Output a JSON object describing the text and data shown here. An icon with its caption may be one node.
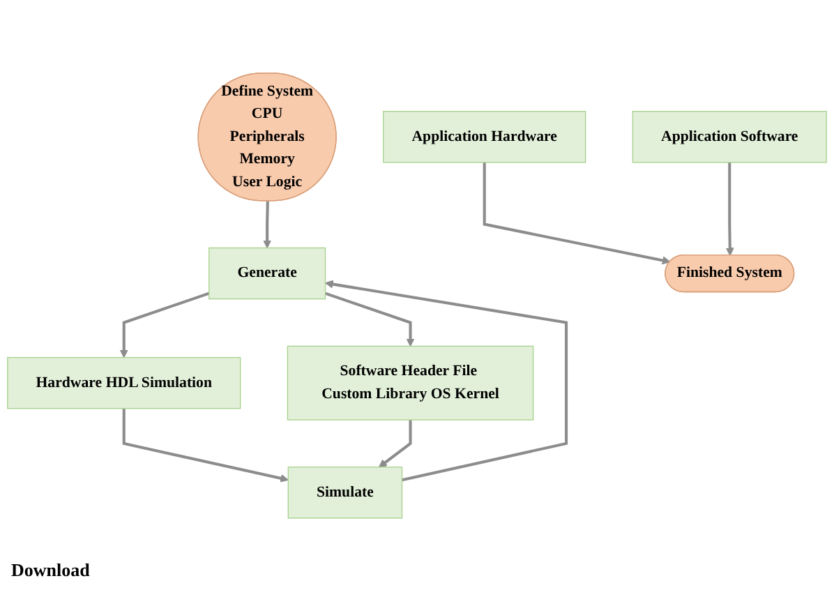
{
  "diagram": {
    "nodes": [
      {
        "text": [
          "Define System",
          "CPU",
          "Peripherals",
          "Memory",
          "User Logic"
        ]
      },
      {
        "text": [
          "Generate"
        ]
      },
      {
        "text": [
          "Hardware HDL Simulation"
        ]
      },
      {
        "text": [
          "Application Hardware"
        ]
      },
      {
        "text": [
          "Simulate"
        ]
      },
      {
        "text": [
          "Software Header File Custom Library OS Kernel"
        ]
      },
      {
        "text": [
          "Application Software"
        ]
      },
      {
        "text": [
          "Finished System"
        ]
      }
    ],
    "edges": [
      {
        "from": 0,
        "to": 1,
        "arrow": "to"
      },
      {
        "from": 1,
        "to": 2,
        "arrow": "to"
      },
      {
        "from": 1,
        "to": 5,
        "arrow": "to"
      },
      {
        "from": 2,
        "to": 4,
        "arrow": "to"
      },
      {
        "from": 5,
        "to": 4,
        "arrow": "to"
      },
      {
        "from": 4,
        "to": 1,
        "arrow": "to"
      },
      {
        "from": 3,
        "to": 7,
        "arrow": "to"
      },
      {
        "from": 6,
        "to": 7,
        "arrow": "to"
      }
    ],
    "labels": [
      "Download"
    ]
  }
}
